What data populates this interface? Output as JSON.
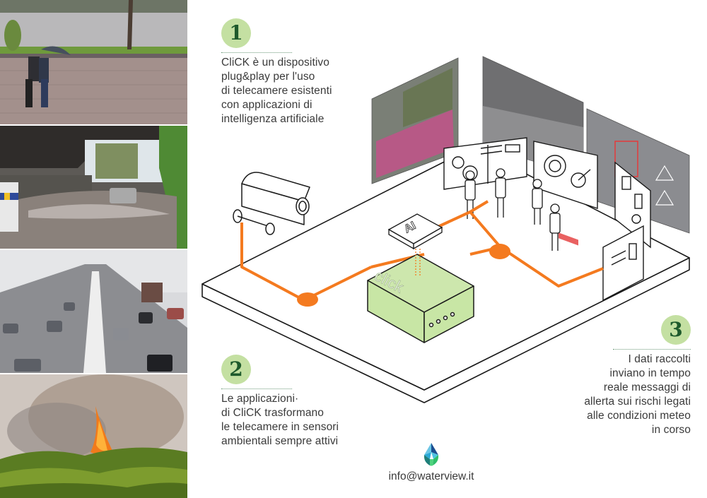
{
  "photos": [
    {
      "name": "rain",
      "description": "people with umbrella walking on wet pavement in rain"
    },
    {
      "name": "flood",
      "description": "flooded underpass with car driving through water"
    },
    {
      "name": "snow",
      "description": "highway traffic during snowfall"
    },
    {
      "name": "wildfire",
      "description": "forest fire with smoke and flames"
    }
  ],
  "steps": [
    {
      "number": "1",
      "lines": [
        "CliCK è un dispositivo",
        "plug&play per l'uso",
        "di telecamere esistenti",
        "con applicazioni di",
        "intelligenza artificiale"
      ]
    },
    {
      "number": "2",
      "lines": [
        "Le applicazioni·",
        "di CliCK trasformano",
        "le telecamere in sensori",
        "ambientali sempre attivi"
      ]
    },
    {
      "number": "3",
      "lines": [
        "I dati raccolti",
        "inviano in tempo",
        "reale messaggi di",
        "allerta sui rischi legati",
        "alle condizioni meteo",
        "in corso"
      ]
    }
  ],
  "illustration": {
    "device_label": "click",
    "chip_label": "AI",
    "camera_icon": "cctv-camera-icon",
    "cable_color": "#f47a1f",
    "device_color": "#c8e6a5"
  },
  "footer": {
    "logo_icon": "water-drop-logo-icon",
    "email": "info@waterview.it"
  },
  "colors": {
    "badge_bg": "#c4e0a2",
    "badge_text": "#1e5a2c",
    "cable": "#f47a1f",
    "device": "#c8e6a5"
  }
}
